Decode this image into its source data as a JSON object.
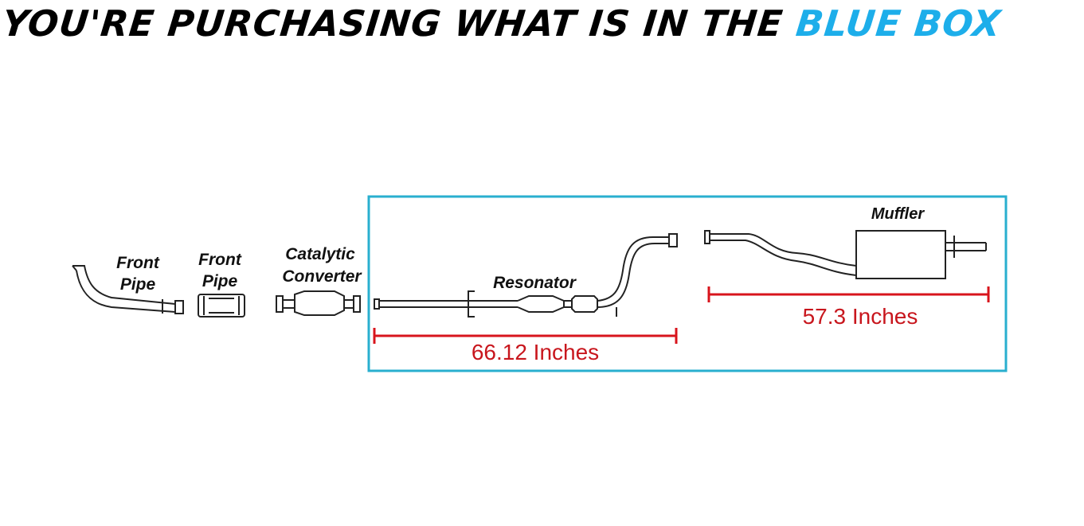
{
  "title": {
    "prefix": "YOU'RE PURCHASING WHAT IS IN THE ",
    "highlight": "BLUE BOX",
    "highlight_color": "#1daeea"
  },
  "colors": {
    "box": "#29afcf",
    "dimension": "#d8141c",
    "line": "#222222"
  },
  "labels": {
    "front_pipe_1": [
      "Front",
      "Pipe"
    ],
    "front_pipe_2": [
      "Front",
      "Pipe"
    ],
    "catalytic_converter": [
      "Catalytic",
      "Converter"
    ],
    "resonator": "Resonator",
    "muffler": "Muffler"
  },
  "dimensions": {
    "resonator_length": "66.12 Inches",
    "muffler_length": "57.3 Inches"
  }
}
